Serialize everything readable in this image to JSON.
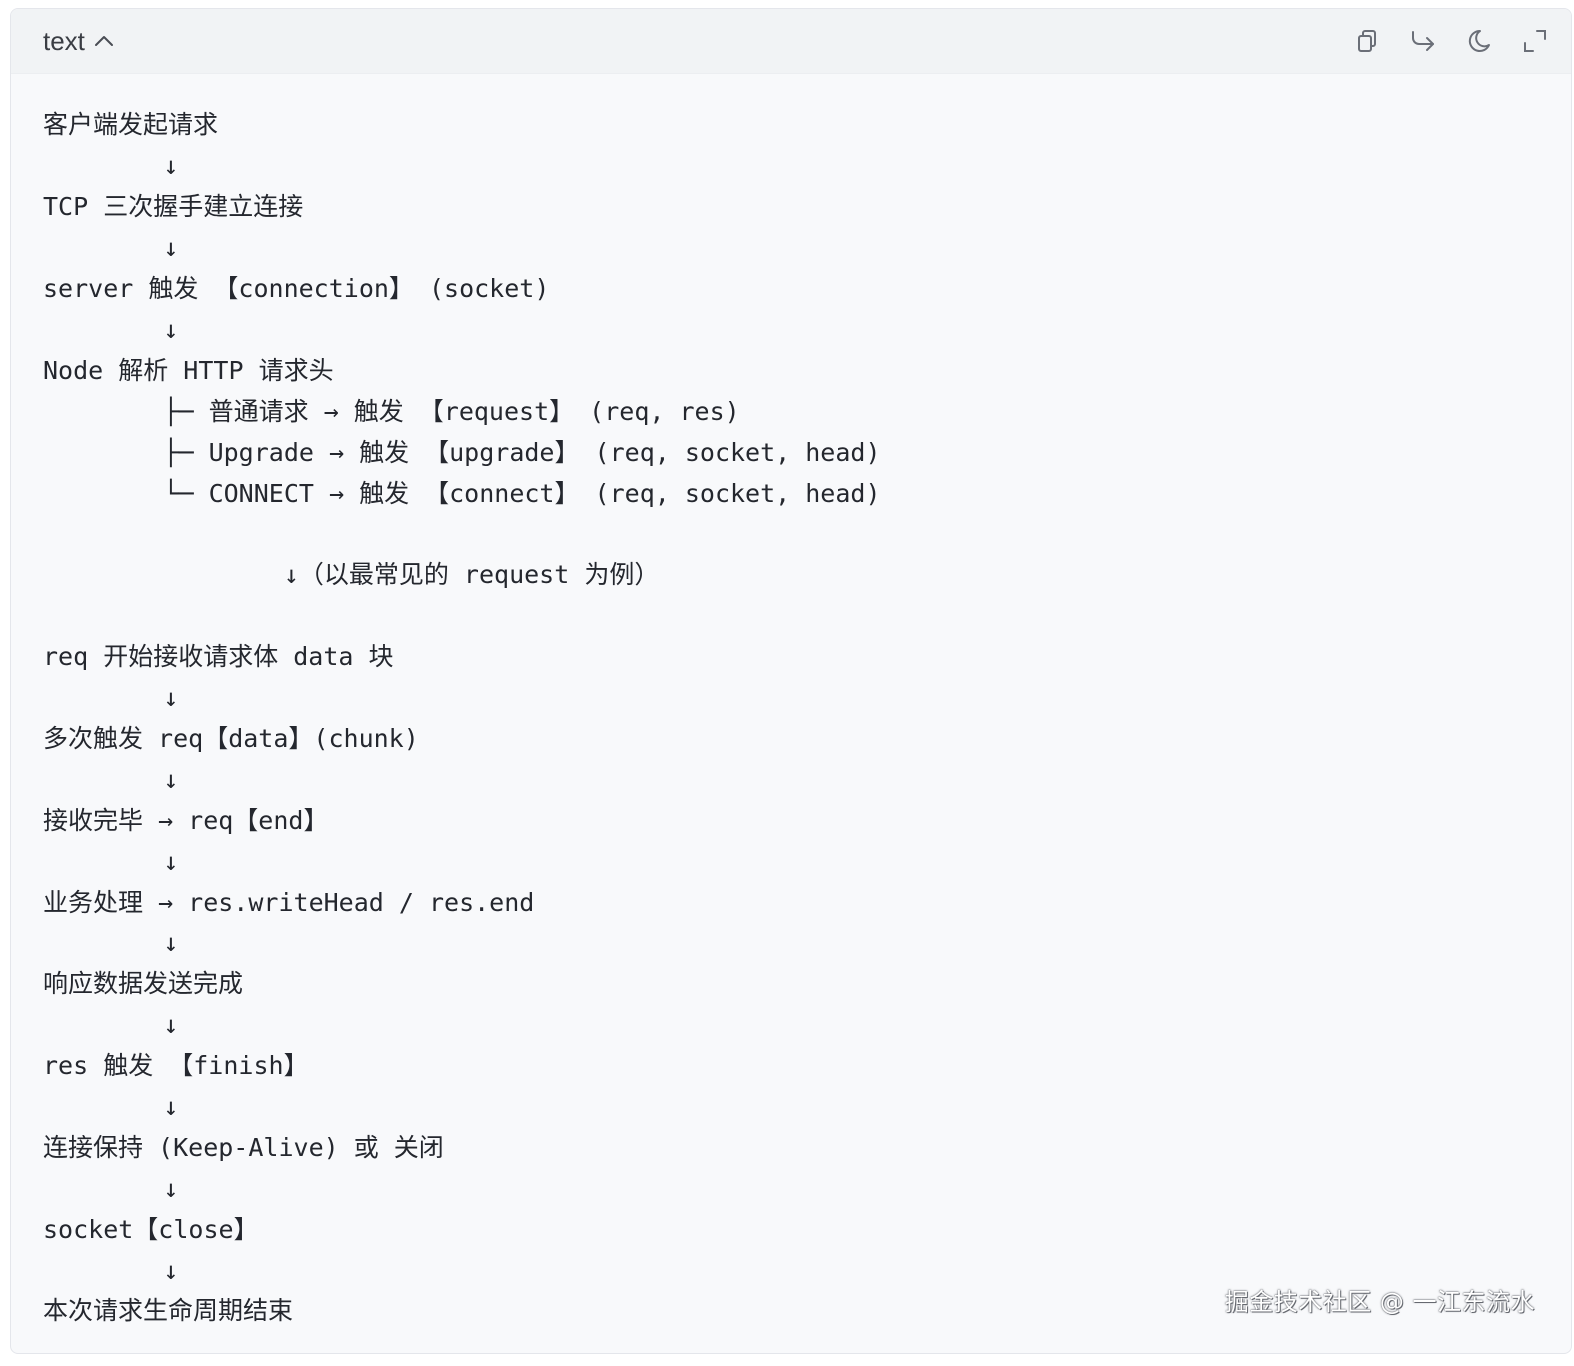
{
  "header": {
    "language": "text",
    "icons": [
      "copy-icon",
      "share-icon",
      "theme-moon-icon",
      "expand-icon"
    ]
  },
  "code": {
    "lines": [
      "客户端发起请求",
      "        ↓",
      "TCP 三次握手建立连接",
      "        ↓",
      "server 触发 【connection】 (socket)",
      "        ↓",
      "Node 解析 HTTP 请求头",
      "        ├─ 普通请求 → 触发 【request】 (req, res)",
      "        ├─ Upgrade → 触发 【upgrade】 (req, socket, head)",
      "        └─ CONNECT → 触发 【connect】 (req, socket, head)",
      "",
      "                ↓（以最常见的 request 为例）",
      "",
      "req 开始接收请求体 data 块",
      "        ↓",
      "多次触发 req【data】(chunk)",
      "        ↓",
      "接收完毕 → req【end】",
      "        ↓",
      "业务处理 → res.writeHead / res.end",
      "        ↓",
      "响应数据发送完成",
      "        ↓",
      "res 触发 【finish】",
      "        ↓",
      "连接保持 (Keep-Alive) 或 关闭",
      "        ↓",
      "socket【close】",
      "        ↓",
      "本次请求生命周期结束"
    ]
  },
  "watermark": "掘金技术社区 @ 一江东流水",
  "colors": {
    "card_bg": "#f8f9fb",
    "header_bg": "#f1f3f5",
    "text": "#24272e",
    "icon": "#6b6f78"
  }
}
